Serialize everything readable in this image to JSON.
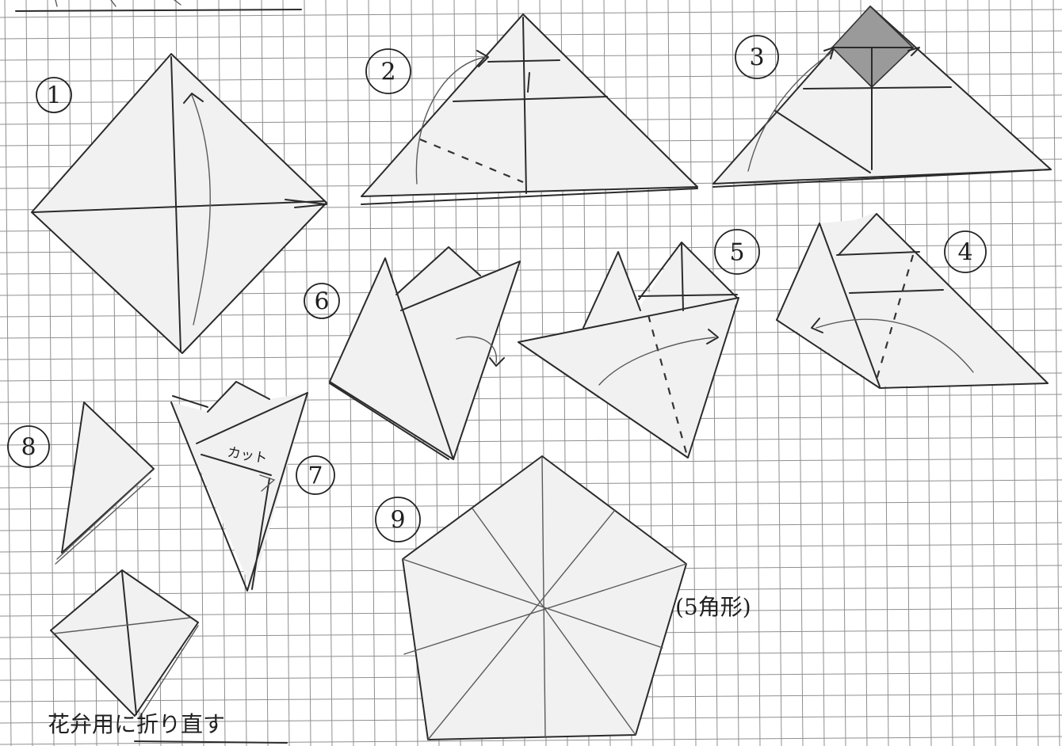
{
  "steps": [
    {
      "number": "1"
    },
    {
      "number": "2"
    },
    {
      "number": "3"
    },
    {
      "number": "4"
    },
    {
      "number": "5"
    },
    {
      "number": "6"
    },
    {
      "number": "7"
    },
    {
      "number": "8"
    },
    {
      "number": "9"
    }
  ],
  "notes": {
    "cut_label": "カット",
    "pentagon_label": "(5角形)",
    "bottom_note": "花弁用に折り直す"
  },
  "colors": {
    "paper": "#ffffff",
    "grid": "#8f8f8f",
    "pencil": "#2b2b2b",
    "shaded_square": "#9a9a9a"
  }
}
